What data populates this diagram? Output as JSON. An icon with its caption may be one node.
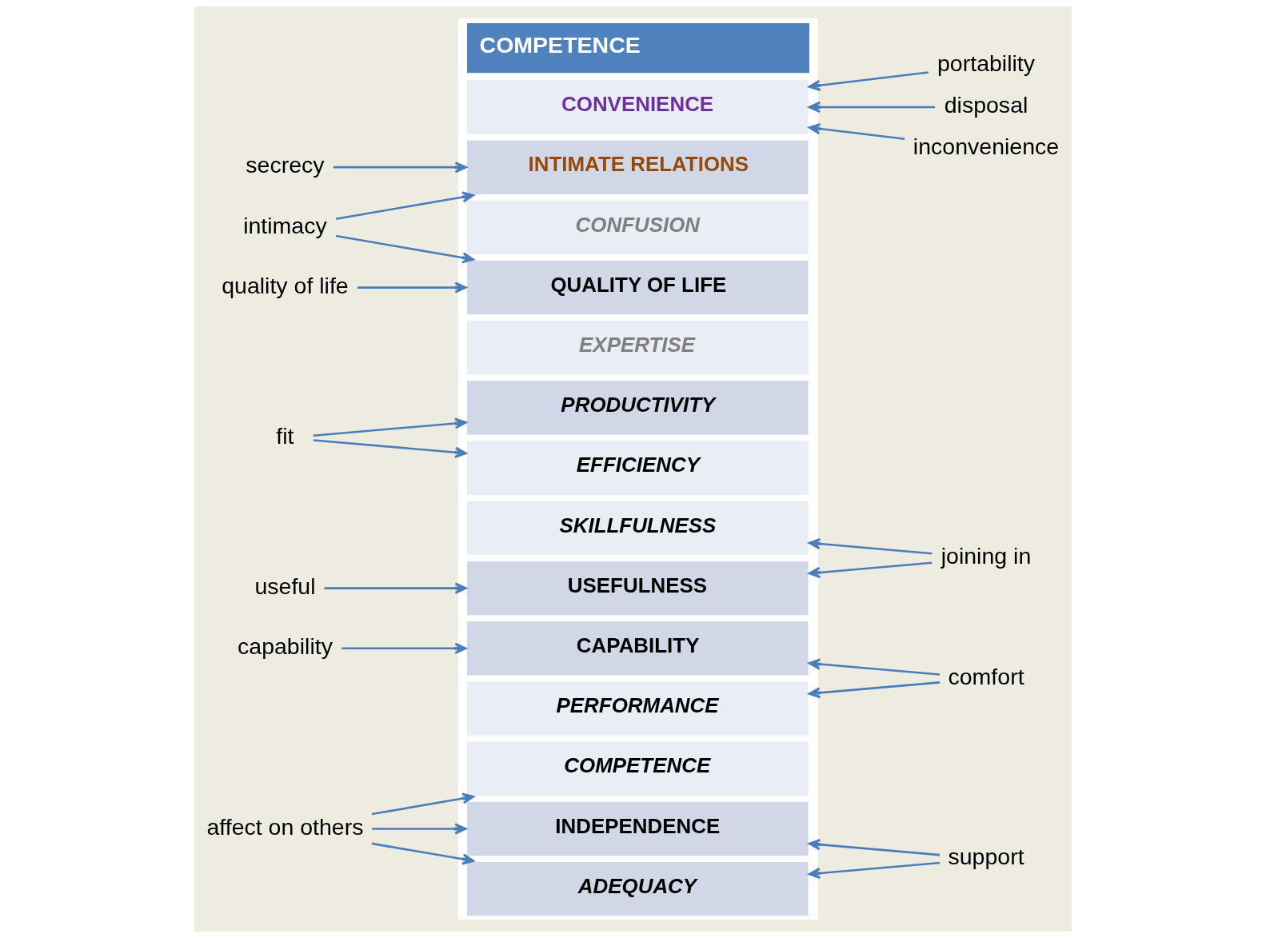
{
  "diagram": {
    "nodes": [
      {
        "text": [
          "COMPETENCE"
        ]
      },
      {
        "text": [
          "INDEPENDENCE"
        ],
        "in": 0
      },
      {
        "text": [
          "COMPETENCE"
        ],
        "in": 0
      },
      {
        "text": [
          "ADEQUACY"
        ],
        "in": 0
      },
      {
        "text": [
          "PERFORMANCE"
        ],
        "in": 0
      },
      {
        "text": [
          "USEFULNESS"
        ],
        "in": 0
      },
      {
        "text": [
          "SKILLFULNESS"
        ],
        "in": 0
      },
      {
        "text": [
          "CAPABILITY"
        ],
        "in": 0
      },
      {
        "text": [
          "EFFICIENCY"
        ],
        "in": 0
      },
      {
        "text": [
          "PRODUCTIVITY"
        ],
        "in": 0
      },
      {
        "text": [
          "EXPERTISE"
        ],
        "in": 0
      },
      {
        "text": [
          "QUALITY OF LIFE"
        ],
        "in": 0
      },
      {
        "text": [
          "CONFUSION"
        ],
        "in": 0
      },
      {
        "text": [
          "INTIMATE RELATIONS"
        ],
        "in": 0
      },
      {
        "text": [
          "CONVENIENCE"
        ],
        "in": 0
      },
      {
        "text": [
          "affect on others"
        ]
      },
      {
        "text": [
          "useful"
        ]
      },
      {
        "text": [
          "capability"
        ]
      },
      {
        "text": [
          "fit"
        ]
      },
      {
        "text": [
          "quality of life"
        ]
      },
      {
        "text": [
          "intimacy"
        ]
      },
      {
        "text": [
          "secrecy"
        ]
      },
      {
        "text": [
          "support"
        ]
      },
      {
        "text": [
          "comfort"
        ]
      },
      {
        "text": [
          "joining in"
        ]
      },
      {
        "text": [
          "portability"
        ]
      },
      {
        "text": [
          "disposal"
        ]
      },
      {
        "text": [
          "inconvenience"
        ]
      }
    ],
    "edges": [
      {
        "from": 15,
        "to": 1,
        "arrow": "to"
      },
      {
        "from": 15,
        "to": 2,
        "arrow": "to"
      },
      {
        "from": 15,
        "to": 3,
        "arrow": "to"
      },
      {
        "from": 22,
        "to": 1,
        "arrow": "to"
      },
      {
        "from": 22,
        "to": 3,
        "arrow": "to"
      },
      {
        "from": 23,
        "to": 4,
        "arrow": "to"
      },
      {
        "from": 23,
        "to": 7,
        "arrow": "to"
      },
      {
        "from": 16,
        "to": 5,
        "arrow": "to"
      },
      {
        "from": 24,
        "to": 5,
        "arrow": "to"
      },
      {
        "from": 24,
        "to": 6,
        "arrow": "to"
      },
      {
        "from": 17,
        "to": 7,
        "arrow": "to"
      },
      {
        "from": 18,
        "to": 8,
        "arrow": "to"
      },
      {
        "from": 18,
        "to": 9,
        "arrow": "to"
      },
      {
        "from": 19,
        "to": 11,
        "arrow": "to"
      },
      {
        "from": 20,
        "to": 11,
        "arrow": "to"
      },
      {
        "from": 20,
        "to": 13,
        "arrow": "to"
      },
      {
        "from": 21,
        "to": 13,
        "arrow": "to"
      },
      {
        "from": 25,
        "to": 14,
        "arrow": "to"
      },
      {
        "from": 26,
        "to": 14,
        "arrow": "to"
      },
      {
        "from": 27,
        "to": 14,
        "arrow": "to"
      }
    ]
  }
}
